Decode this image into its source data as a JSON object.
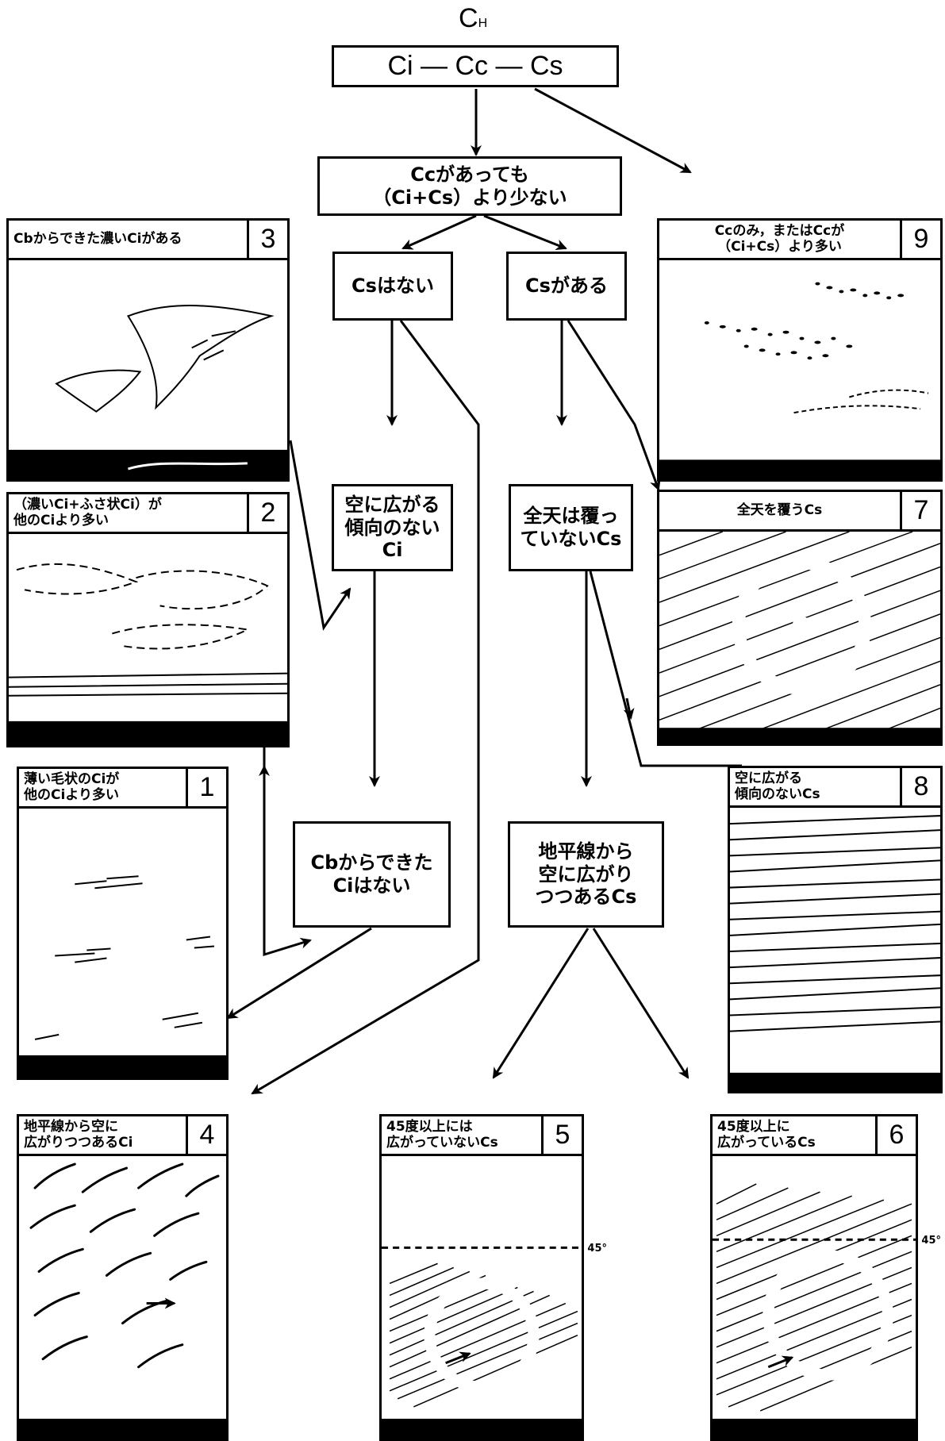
{
  "header": {
    "ch_main": "C",
    "ch_sub": "H",
    "genera": "Ci — Cc — Cs"
  },
  "nodes": {
    "cc_less": "Ccがあっても\n（Ci+Cs）より少ない",
    "cs_none": "Csはない",
    "cs_exists": "Csがある",
    "ci_not_spreading": "空に広がる\n傾向のない\nCi",
    "cs_not_whole_sky": "全天は覆っ\nていないCs",
    "no_ci_from_cb": "Cbからできた\nCiはない",
    "cs_spreading": "地平線から\n空に広がり\nつつあるCs"
  },
  "panels": [
    {
      "key": "p3",
      "caption": "Cbからできた濃いCiがある",
      "num": "3"
    },
    {
      "key": "p2",
      "caption": "（濃いCi+ふさ状Ci）が\n他のCiより多い",
      "num": "2"
    },
    {
      "key": "p1",
      "caption": "薄い毛状のCiが\n他のCiより多い",
      "num": "1"
    },
    {
      "key": "p4",
      "caption": "地平線から空に\n広がりつつあるCi",
      "num": "4"
    },
    {
      "key": "p5",
      "caption": "45度以上には\n広がっていないCs",
      "num": "5"
    },
    {
      "key": "p6",
      "caption": "45度以上に\n広がっているCs",
      "num": "6"
    },
    {
      "key": "p7",
      "caption": "全天を覆うCs",
      "num": "7"
    },
    {
      "key": "p8",
      "caption": "空に広がる\n傾向のないCs",
      "num": "8"
    },
    {
      "key": "p9",
      "caption": "Ccのみ，またはCcが\n（Ci+Cs）より多い",
      "num": "9"
    }
  ],
  "angle_label": "45°",
  "colors": {
    "ink": "#000000",
    "paper": "#ffffff"
  }
}
